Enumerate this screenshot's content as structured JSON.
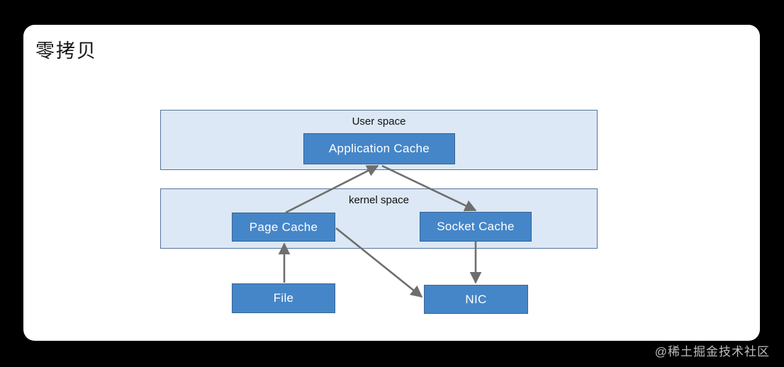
{
  "page": {
    "title": "零拷贝",
    "watermark": "@稀土掘金技术社区"
  },
  "diagram": {
    "containers": [
      {
        "id": "user-space",
        "label": "User space"
      },
      {
        "id": "kernel-space",
        "label": "kernel space"
      }
    ],
    "nodes": [
      {
        "id": "application-cache",
        "label": "Application Cache"
      },
      {
        "id": "page-cache",
        "label": "Page Cache"
      },
      {
        "id": "socket-cache",
        "label": "Socket Cache"
      },
      {
        "id": "file",
        "label": "File"
      },
      {
        "id": "nic",
        "label": "NIC"
      }
    ],
    "edges": [
      {
        "from": "page-cache",
        "to": "application-cache"
      },
      {
        "from": "application-cache",
        "to": "socket-cache"
      },
      {
        "from": "file",
        "to": "page-cache"
      },
      {
        "from": "page-cache",
        "to": "nic"
      },
      {
        "from": "socket-cache",
        "to": "nic"
      }
    ],
    "colors": {
      "container_fill": "#dce8f5",
      "container_border": "#54749e",
      "node_fill": "#4586c8",
      "node_border": "#3a6491",
      "node_text": "#ffffff",
      "arrow": "#6e6e6e",
      "label_text": "#111111",
      "title_text": "#161616",
      "watermark_text": "#bdbdbd",
      "slide_background": "#ffffff",
      "frame_background": "#000000"
    }
  }
}
